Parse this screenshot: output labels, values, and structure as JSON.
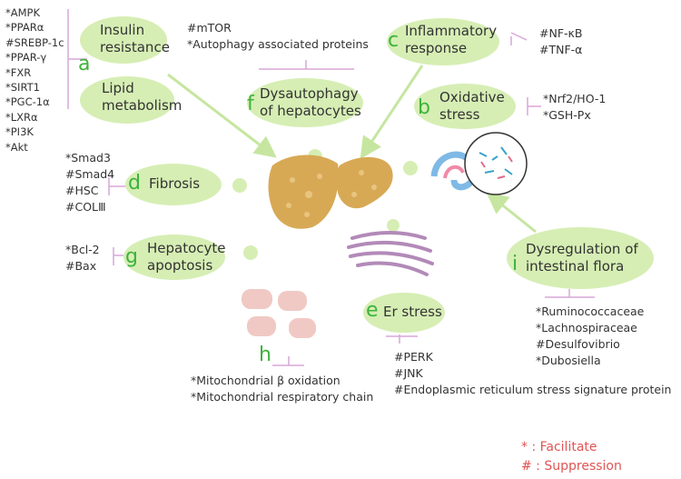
{
  "lists": {
    "a": [
      "*AMPK",
      "*PPARα",
      "#SREBP-1c",
      "*PPAR-γ",
      "*FXR",
      "*SIRT1",
      "*PGC-1α",
      "*LXRα",
      "*PI3K",
      "*Akt"
    ],
    "mtor": [
      "#mTOR",
      "*Autophagy associated proteins"
    ],
    "c": [
      "#NF-κB",
      "#TNF-α"
    ],
    "b": [
      "*Nrf2/HO-1",
      "*GSH-Px"
    ],
    "d": [
      "*Smad3",
      "#Smad4",
      "#HSC",
      "#COLⅢ"
    ],
    "g": [
      "*Bcl-2",
      "#Bax"
    ],
    "e": [
      "#PERK",
      "#JNK",
      "#Endoplasmic reticulum stress signature protein"
    ],
    "h": [
      "*Mitochondrial β oxidation",
      "*Mitochondrial respiratory chain"
    ],
    "i": [
      "*Ruminococcaceae",
      "*Lachnospiraceae",
      "#Desulfovibrio",
      "*Dubosiella"
    ]
  },
  "nodes": {
    "insulin": [
      "Insulin",
      "resistance"
    ],
    "lipid": [
      "Lipid",
      "metabolism"
    ],
    "a": "a",
    "inflam": [
      "Inflammatory",
      "response"
    ],
    "c": "c",
    "dysauto": [
      "Dysautophagy",
      "of hepatocytes"
    ],
    "f": "f",
    "oxid": [
      "Oxidative",
      "stress"
    ],
    "b": "b",
    "fibrosis": "Fibrosis",
    "d": "d",
    "apopt": [
      "Hepatocyte",
      "apoptosis"
    ],
    "g": "g",
    "er": "Er stress",
    "e": "e",
    "h": "h",
    "flora": [
      "Dysregulation of",
      "intestinal flora"
    ],
    "i": "i"
  },
  "legend": {
    "facilitate": "*  : Facilitate",
    "suppression": "#  : Suppression"
  },
  "colors": {
    "oval": "#d6eeb4",
    "letter": "#3cb33c",
    "inhibit": "#d9a6d9",
    "arrow": "#c6e6a0",
    "legend": "#e05555",
    "liver": "#d8a955"
  }
}
